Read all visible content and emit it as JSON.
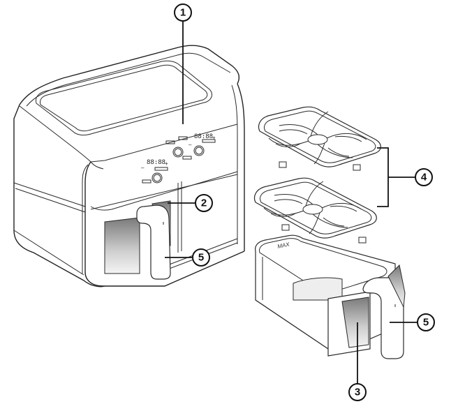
{
  "diagram": {
    "subject": "dual-zone air fryer parts diagram",
    "callouts": [
      {
        "id": "1",
        "label": "1",
        "part": "control-panel"
      },
      {
        "id": "2",
        "label": "2",
        "part": "basket-window"
      },
      {
        "id": "3",
        "label": "3",
        "part": "basket-window-detached"
      },
      {
        "id": "4",
        "label": "4",
        "part": "crisper-plates"
      },
      {
        "id": "5",
        "label": "5",
        "part": "basket-handle"
      },
      {
        "id": "5b",
        "label": "5",
        "part": "basket-handle-detached"
      }
    ],
    "display_left": "88:88",
    "display_right": "88:88",
    "basket_fill_mark": "MAX",
    "colors": {
      "line": "#2a2a2a",
      "background": "#ffffff",
      "window_dark": "#8c8c8c"
    }
  }
}
